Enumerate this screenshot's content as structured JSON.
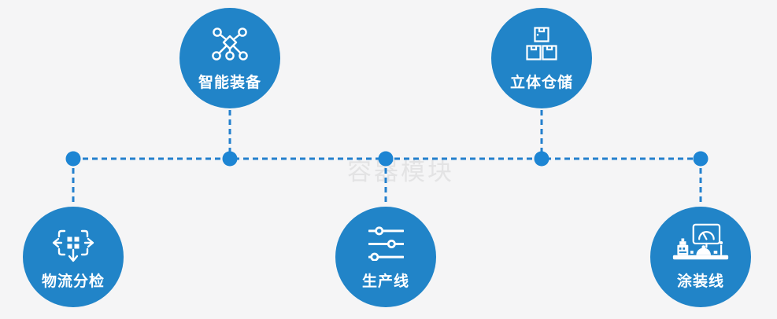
{
  "watermark": "容器模块",
  "colors": {
    "background": "#f5f5f6",
    "node_fill": "#2184c8",
    "connector_blue": "#2380cd",
    "dot_blue": "#1d85d3",
    "label_text": "#ffffff",
    "watermark_text": "#e3e3e4"
  },
  "nodes": [
    {
      "id": "smart-equipment",
      "label": "智能装备",
      "icon": "network-nodes-icon",
      "row": "top"
    },
    {
      "id": "stereo-warehouse",
      "label": "立体仓储",
      "icon": "stacked-boxes-icon",
      "row": "top"
    },
    {
      "id": "logistics-sorting",
      "label": "物流分检",
      "icon": "sorting-arrows-icon",
      "row": "bottom"
    },
    {
      "id": "production-line",
      "label": "生产线",
      "icon": "sliders-icon",
      "row": "bottom"
    },
    {
      "id": "painting-line",
      "label": "涂装线",
      "icon": "machine-icon",
      "row": "bottom"
    }
  ],
  "connectors": {
    "style": "dashed",
    "trunk": "horizontal line linking all five branches",
    "branches": [
      "logistics-sorting",
      "smart-equipment",
      "production-line",
      "stereo-warehouse",
      "painting-line"
    ]
  }
}
